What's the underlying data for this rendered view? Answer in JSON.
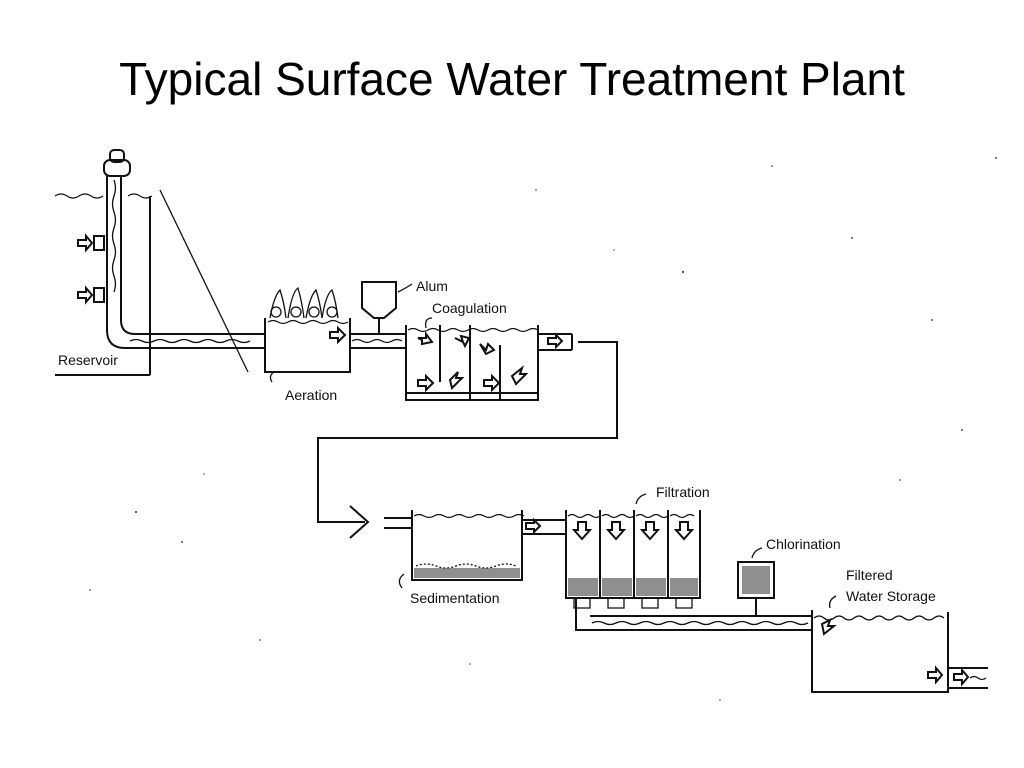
{
  "title": "Typical Surface Water Treatment Plant",
  "labels": {
    "reservoir": "Reservoir",
    "aeration": "Aeration",
    "alum": "Alum",
    "coagulation": "Coagulation",
    "sedimentation": "Sedimentation",
    "filtration": "Filtration",
    "chlorination": "Chlorination",
    "filtered_storage_line1": "Filtered",
    "filtered_storage_line2": "Water Storage"
  }
}
